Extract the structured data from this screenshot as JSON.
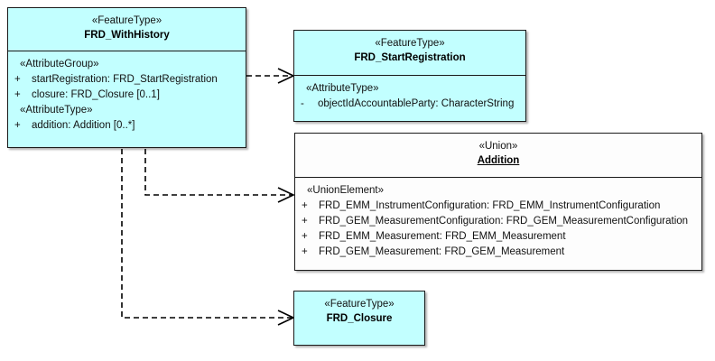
{
  "diagram": {
    "type": "uml-class-diagram",
    "background": "#ffffff",
    "fill_featuretype": "#c2ffff",
    "fill_union": "#fdfdfd",
    "line_color": "#1a1a1a"
  },
  "classes": {
    "frd_withhistory": {
      "stereotype": "«FeatureType»",
      "name": "FRD_WithHistory",
      "groups": [
        {
          "label": "«AttributeGroup»",
          "attributes": [
            {
              "visibility": "+",
              "text": "startRegistration: FRD_StartRegistration"
            },
            {
              "visibility": "+",
              "text": "closure: FRD_Closure [0..1]"
            }
          ]
        },
        {
          "label": "«AttributeType»",
          "attributes": [
            {
              "visibility": "+",
              "text": "addition: Addition [0..*]"
            }
          ]
        }
      ]
    },
    "frd_startregistration": {
      "stereotype": "«FeatureType»",
      "name": "FRD_StartRegistration",
      "groups": [
        {
          "label": "«AttributeType»",
          "attributes": [
            {
              "visibility": "-",
              "text": "objectIdAccountableParty: CharacterString"
            }
          ]
        }
      ]
    },
    "addition": {
      "stereotype": "«Union»",
      "name": "Addition",
      "groups": [
        {
          "label": "«UnionElement»",
          "attributes": [
            {
              "visibility": "+",
              "text": "FRD_EMM_InstrumentConfiguration: FRD_EMM_InstrumentConfiguration"
            },
            {
              "visibility": "+",
              "text": "FRD_GEM_MeasurementConfiguration: FRD_GEM_MeasurementConfiguration"
            },
            {
              "visibility": "+",
              "text": "FRD_EMM_Measurement: FRD_EMM_Measurement"
            },
            {
              "visibility": "+",
              "text": "FRD_GEM_Measurement: FRD_GEM_Measurement"
            }
          ]
        }
      ]
    },
    "frd_closure": {
      "stereotype": "«FeatureType»",
      "name": "FRD_Closure",
      "groups": []
    }
  },
  "connectors": [
    {
      "name": "withhistory-to-startregistration",
      "style": "dashed-open-arrow",
      "from": "frd_withhistory",
      "to": "frd_startregistration"
    },
    {
      "name": "withhistory-to-addition",
      "style": "dashed-open-arrow",
      "from": "frd_withhistory",
      "to": "addition"
    },
    {
      "name": "withhistory-to-closure",
      "style": "dashed-open-arrow",
      "from": "frd_withhistory",
      "to": "frd_closure"
    }
  ]
}
